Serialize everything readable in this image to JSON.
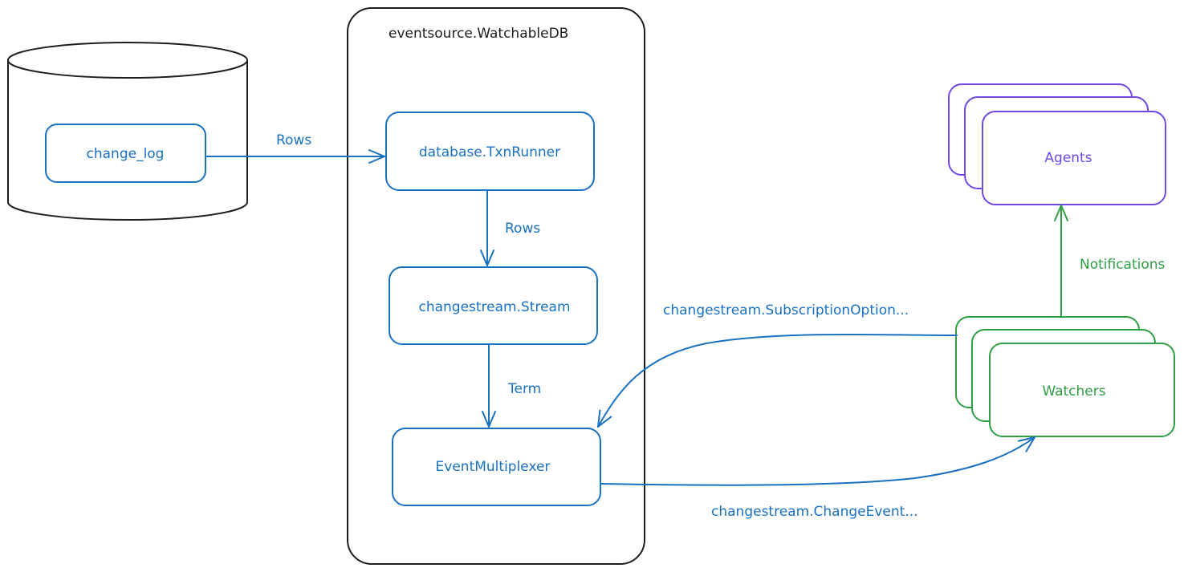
{
  "colors": {
    "blue": "#1971c2",
    "green": "#2f9e44",
    "purple": "#7048e8",
    "black": "#1e1e1e"
  },
  "database": {
    "table_label": "change_log"
  },
  "container": {
    "title": "eventsource.WatchableDB"
  },
  "nodes": {
    "txn_runner": "database.TxnRunner",
    "stream": "changestream.Stream",
    "multiplexer": "EventMultiplexer",
    "watchers": "Watchers",
    "agents": "Agents"
  },
  "edges": {
    "changelog_to_txn": "Rows",
    "txn_to_stream": "Rows",
    "stream_to_multiplexer": "Term",
    "watchers_to_multiplexer": "changestream.SubscriptionOption...",
    "multiplexer_to_watchers": "changestream.ChangeEvent...",
    "watchers_to_agents": "Notifications"
  }
}
